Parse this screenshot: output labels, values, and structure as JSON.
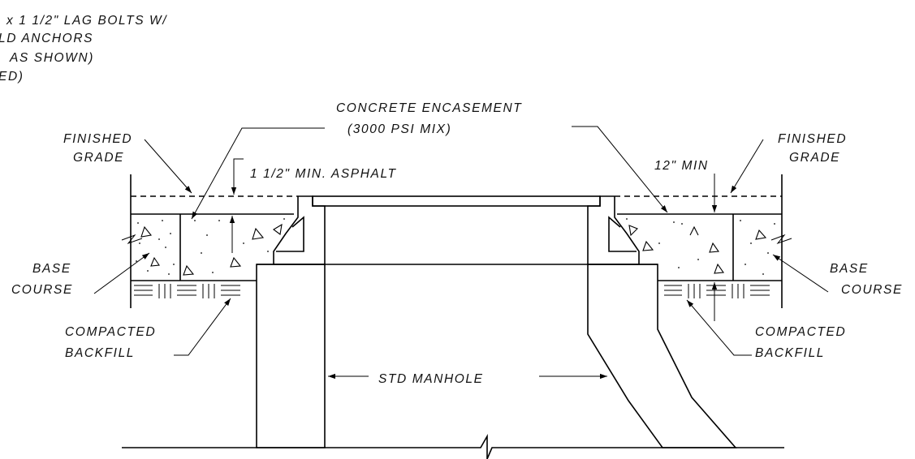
{
  "labels": {
    "lag_line1": "x 1 1/2\" LAG BOLTS W/",
    "lag_line2": "LD ANCHORS",
    "lag_line3": "AS SHOWN)",
    "lag_line4": "ED)",
    "encasement_line1": "CONCRETE ENCASEMENT",
    "encasement_line2": "(3000 PSI MIX)",
    "finished_grade_left_1": "FINISHED",
    "finished_grade_left_2": "GRADE",
    "finished_grade_right_1": "FINISHED",
    "finished_grade_right_2": "GRADE",
    "asphalt": "1 1/2\" MIN. ASPHALT",
    "min_12": "12\" MIN",
    "base_left_1": "BASE",
    "base_left_2": "COURSE",
    "base_right_1": "BASE",
    "base_right_2": "COURSE",
    "backfill_left_1": "COMPACTED",
    "backfill_left_2": "BACKFILL",
    "backfill_right_1": "COMPACTED",
    "backfill_right_2": "BACKFILL",
    "manhole": "STD MANHOLE"
  }
}
